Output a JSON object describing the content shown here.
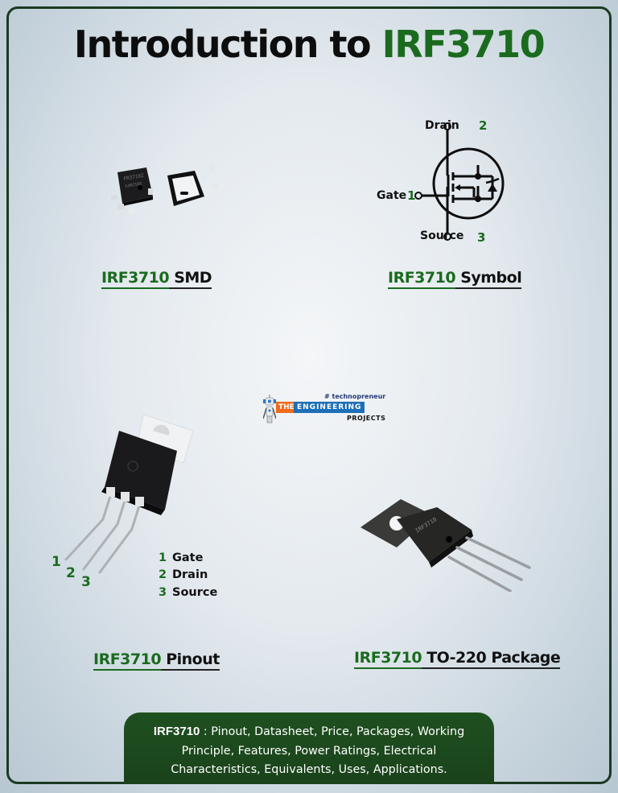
{
  "title": {
    "prefix": "Introduction to ",
    "accent": "IRF3710",
    "accent_color": "#1b6b1f"
  },
  "panels": {
    "smd": {
      "part": "IRF3710",
      "label": "SMD"
    },
    "symbol": {
      "part": "IRF3710",
      "label": "Symbol",
      "pins": [
        {
          "name": "Drain",
          "number": "2"
        },
        {
          "name": "Gate",
          "number": "1"
        },
        {
          "name": "Source",
          "number": "3"
        }
      ]
    },
    "pinout": {
      "part": "IRF3710",
      "label": "Pinout",
      "lead_numbers": [
        "1",
        "2",
        "3"
      ],
      "legend": [
        {
          "number": "1",
          "name": "Gate"
        },
        {
          "number": "2",
          "name": "Drain"
        },
        {
          "number": "3",
          "name": "Source"
        }
      ]
    },
    "package": {
      "part": "IRF3710",
      "label": "TO-220 Package"
    }
  },
  "logo": {
    "tagline": "# technopreneur",
    "the": "THE",
    "engineering": "ENGINEERING",
    "projects": "PROJECTS"
  },
  "banner": {
    "part": "IRF3710",
    "separator": " : ",
    "line1": "Pinout, Datasheet, Price, Packages, Working",
    "line2": "Principle, Features, Power Ratings, Electrical",
    "line3": "Characteristics, Equivalents, Uses, Applications.",
    "background_color": "#1d4a1d"
  },
  "colors": {
    "frame": "#1b3a21",
    "accent_green": "#1b6b1f",
    "logo_orange": "#f26a1b",
    "logo_blue": "#1d6fb8"
  }
}
